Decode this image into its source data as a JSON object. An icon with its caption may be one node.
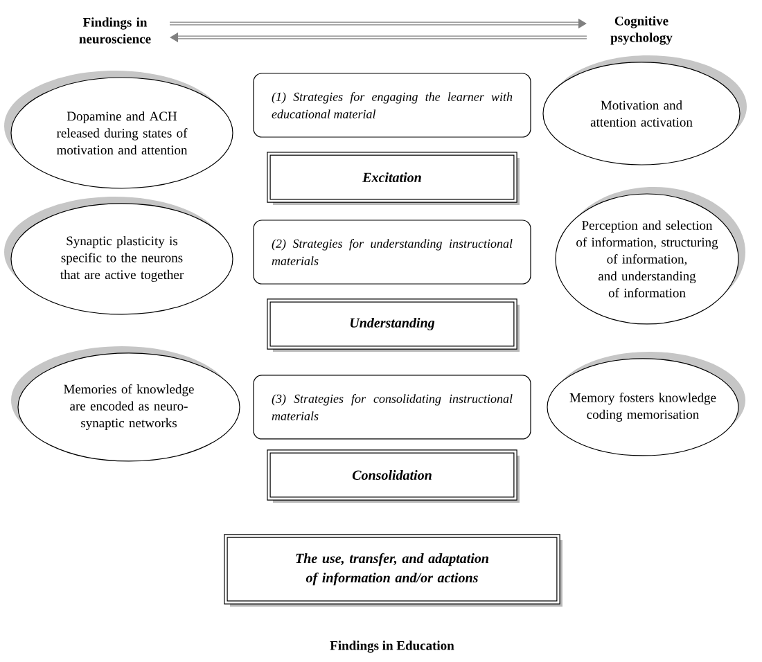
{
  "diagram": {
    "nodes": [
      {
        "text": [
          "Findings in neuroscience"
        ]
      },
      {
        "text": [
          "Cognitive psychology"
        ]
      },
      {
        "text": [
          "Dopamine and ACH released during states of motivation and attention"
        ]
      },
      {
        "text": [
          "(1) Strategies for engaging the learner with educational material"
        ]
      },
      {
        "text": [
          "Motivation and attention activation"
        ]
      },
      {
        "text": [
          "Excitation"
        ]
      },
      {
        "text": [
          "Synaptic plasticity is specific to the neurons that are active together"
        ]
      },
      {
        "text": [
          "(2) Strategies for understanding instructional materials"
        ]
      },
      {
        "text": [
          "Perception and selection of information, structuring of information, and understanding of information"
        ]
      },
      {
        "text": [
          "Understanding"
        ]
      },
      {
        "text": [
          "Memories of knowledge are encoded as neuro-synaptic networks"
        ]
      },
      {
        "text": [
          "(3) Strategies for consolidating instructional materials"
        ]
      },
      {
        "text": [
          "Memory fosters knowledge coding memorisation"
        ]
      },
      {
        "text": [
          "Consolidation"
        ]
      },
      {
        "text": [
          "The use, transfer, and adaptation of information and/or actions"
        ]
      }
    ],
    "edges": [
      {
        "from": 0,
        "to": 1,
        "arrow": "to"
      },
      {
        "from": 1,
        "to": 0,
        "arrow": "to"
      }
    ],
    "labels": [
      "Findings in Education"
    ]
  }
}
